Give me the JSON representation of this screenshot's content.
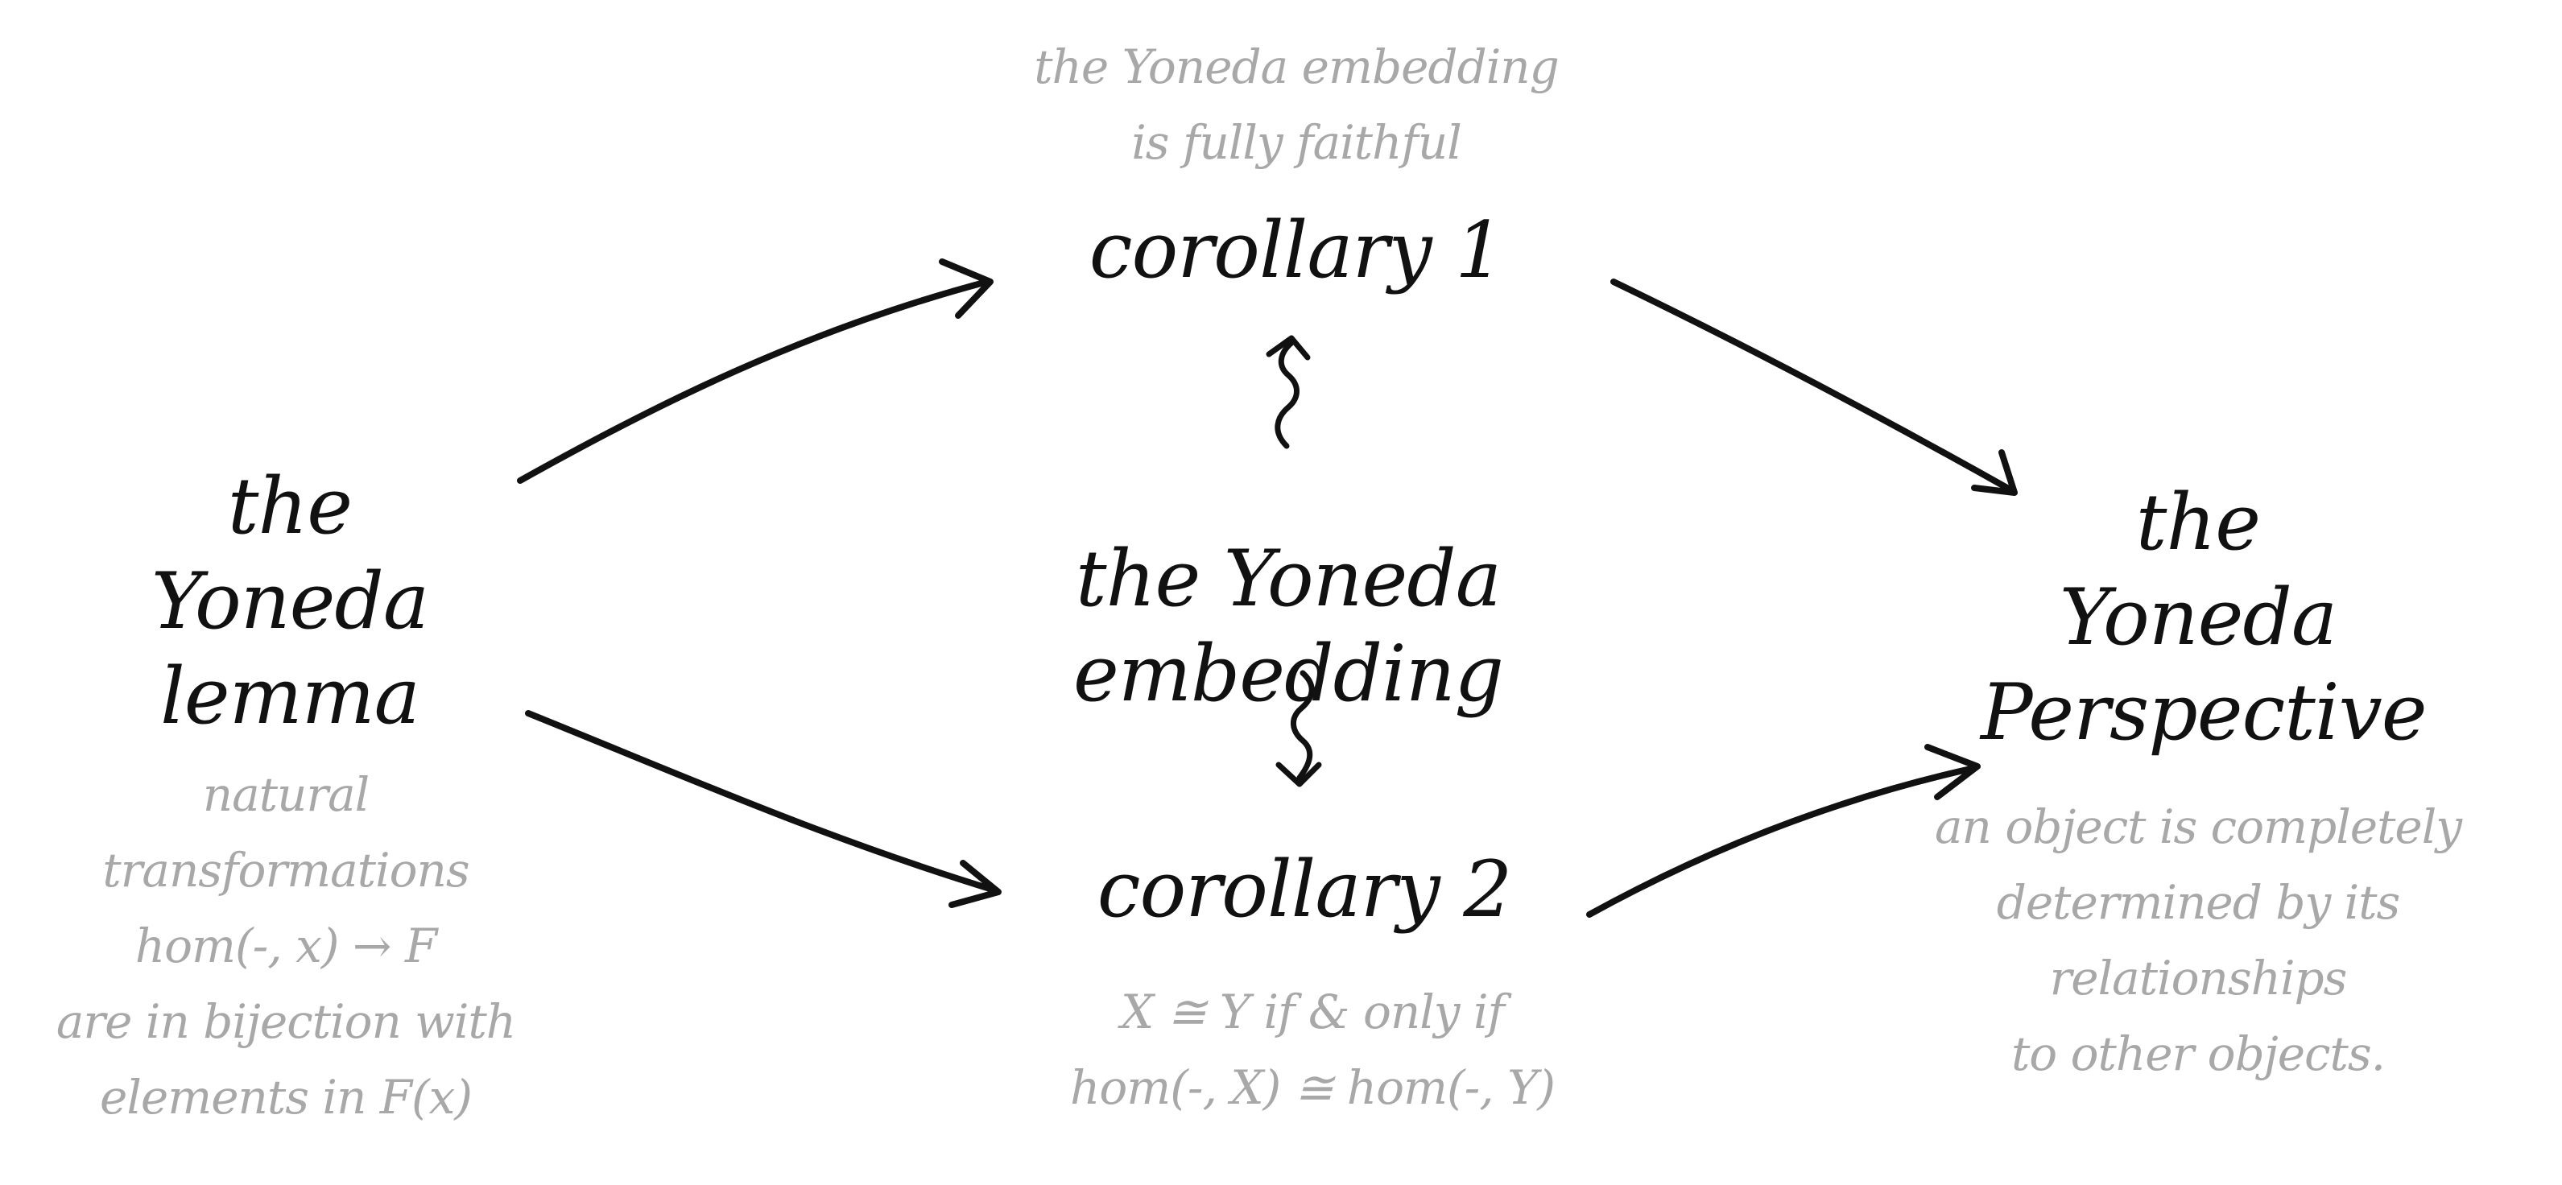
{
  "nodes": {
    "lemma": {
      "title": "the\nYoneda\nlemma",
      "caption": "natural transformations\nhom(-, x) → F\nare in bijection with\nelements in F(x)"
    },
    "corollary1": {
      "title": "corollary 1",
      "caption": "the Yoneda embedding\nis fully faithful"
    },
    "embedding": {
      "title": "the Yoneda embedding"
    },
    "corollary2": {
      "title": "corollary 2",
      "caption": "X ≅ Y if & only if\nhom(-, X) ≅ hom(-, Y)"
    },
    "perspective": {
      "title": "the\nYoneda\nPerspective",
      "caption": "an object is completely\ndetermined by its relationships\nto other objects."
    }
  },
  "edges": [
    {
      "from": "lemma",
      "to": "corollary1",
      "style": "arrow"
    },
    {
      "from": "lemma",
      "to": "corollary2",
      "style": "arrow"
    },
    {
      "from": "corollary1",
      "to": "perspective",
      "style": "arrow"
    },
    {
      "from": "corollary2",
      "to": "perspective",
      "style": "arrow"
    },
    {
      "from": "embedding",
      "to": "corollary1",
      "style": "squiggly-arrow"
    },
    {
      "from": "embedding",
      "to": "corollary2",
      "style": "squiggly-arrow"
    }
  ],
  "colors": {
    "ink": "#111111",
    "caption": "#a8a8a8",
    "background": "#ffffff"
  }
}
